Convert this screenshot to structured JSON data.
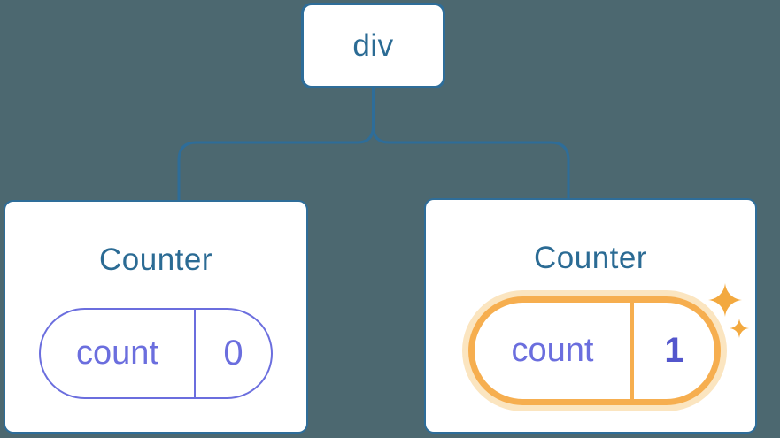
{
  "diagram": {
    "description": "React component tree: a div root with two Counter children holding count state",
    "tree": {
      "root": {
        "label": "div"
      },
      "children": [
        {
          "title": "Counter",
          "state": {
            "key": "count",
            "value": "0"
          },
          "highlighted": false
        },
        {
          "title": "Counter",
          "state": {
            "key": "count",
            "value": "1"
          },
          "highlighted": true,
          "icon": "sparkles-icon"
        }
      ]
    },
    "colors": {
      "background": "#4C6870",
      "node_border_blue": "#2E6D99",
      "node_text_blue": "#2B6B94",
      "state_purple": "#6B6EDE",
      "state_value_bold_purple": "#5356CC",
      "highlight_orange": "#F6AE4F",
      "highlight_glow": "#FBE5C0",
      "sparkle_orange": "#F3A93F",
      "card_background": "#FFFFFF"
    }
  }
}
